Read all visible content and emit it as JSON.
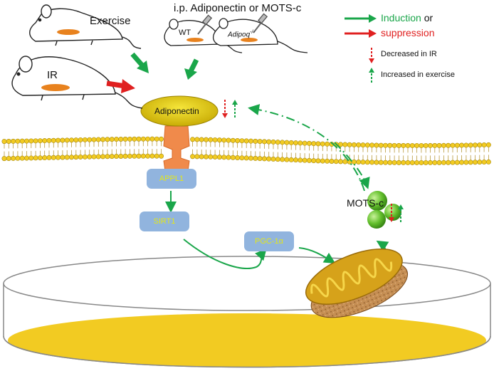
{
  "title": "i.p. Adiponectin or MOTS-c",
  "mice": {
    "exercise": "Exercise",
    "ir": "IR",
    "wt": "WT",
    "adipoq": "Adipoq",
    "adipoq_sup": "-/-"
  },
  "legend": {
    "induction": "Induction",
    "or": "or",
    "suppression": "suppression",
    "decreased": "Decreased in IR",
    "increased": "Increased in exercise"
  },
  "nodes": {
    "adiponectin": "Adiponectin",
    "appl1": "APPL1",
    "sirt1": "SIRT1",
    "pgc1a": "PGC-1α",
    "motsc": "MOTS-c"
  },
  "colors": {
    "induction": "#1aa64a",
    "suppression": "#e02020",
    "box": "#91b4de",
    "box_text": "#e3e619",
    "adiponectin": "#d9c10a",
    "receptor": "#f08a4b",
    "dish_liquid": "#f2cb22",
    "motsc": "#4caf2a"
  }
}
